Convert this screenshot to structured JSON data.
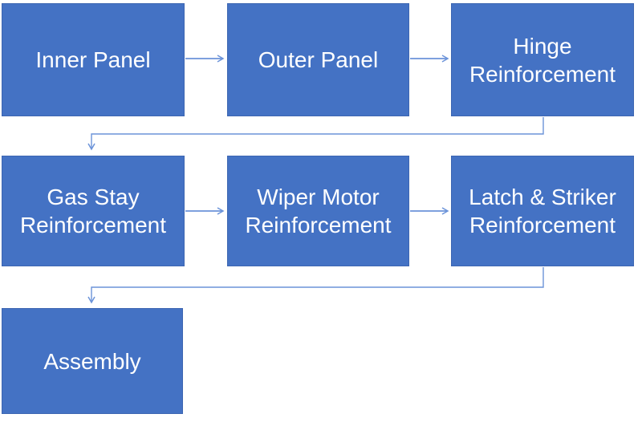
{
  "diagram": {
    "type": "flowchart",
    "background": "#ffffff",
    "nodes": [
      {
        "id": "inner-panel",
        "label": "Inner Panel"
      },
      {
        "id": "outer-panel",
        "label": "Outer Panel"
      },
      {
        "id": "hinge-reinforcement",
        "label": "Hinge Reinforcement"
      },
      {
        "id": "gas-stay-reinforcement",
        "label": "Gas Stay Reinforcement"
      },
      {
        "id": "wiper-motor-reinforcement",
        "label": "Wiper Motor Reinforcement"
      },
      {
        "id": "latch-striker-reinforcement",
        "label": "Latch & Striker Reinforcement"
      },
      {
        "id": "assembly",
        "label": "Assembly"
      }
    ],
    "edges": [
      {
        "from": "inner-panel",
        "to": "outer-panel"
      },
      {
        "from": "outer-panel",
        "to": "hinge-reinforcement"
      },
      {
        "from": "hinge-reinforcement",
        "to": "gas-stay-reinforcement"
      },
      {
        "from": "gas-stay-reinforcement",
        "to": "wiper-motor-reinforcement"
      },
      {
        "from": "wiper-motor-reinforcement",
        "to": "latch-striker-reinforcement"
      },
      {
        "from": "latch-striker-reinforcement",
        "to": "assembly"
      }
    ],
    "colors": {
      "node_fill": "#4472c4",
      "node_border": "#3d66b2",
      "connector": "#6b93d9",
      "text": "#ffffff"
    }
  }
}
